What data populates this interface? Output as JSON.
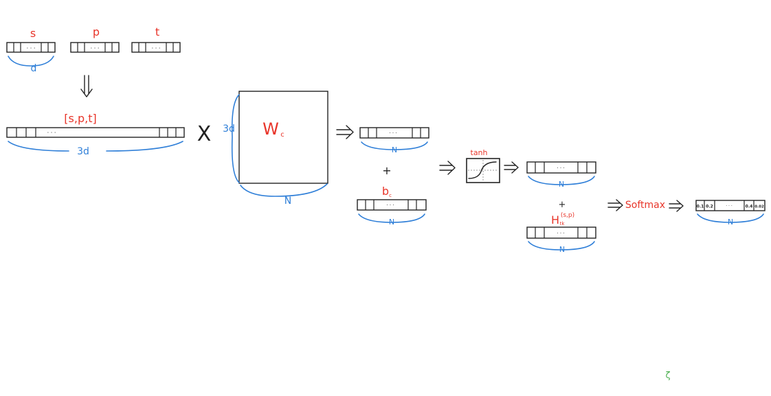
{
  "labels": {
    "s": "s",
    "p": "p",
    "t": "t",
    "d": "d",
    "concat": "[s,p,t]",
    "three_d_bottom": "3d",
    "multiply": "X",
    "three_d_side": "3d",
    "weight": "W",
    "weight_sub": "c",
    "N_matrix": "N",
    "N_out": "N",
    "plus1": "+",
    "bias": "b",
    "bias_sub": "c",
    "N_bias": "N",
    "tanh": "tanh",
    "N_tanh": "N",
    "plus2": "+",
    "H": "H",
    "H_sup": "(s,p)",
    "H_sub": "tk",
    "N_H": "N",
    "softmax": "Softmax",
    "N_final": "N",
    "ellipsis": "· · ·",
    "prob_first": "0.1",
    "prob_second": "0.2",
    "prob_third_last": "0.4",
    "prob_last": "0.02",
    "stray_mark": "ζ"
  },
  "colors": {
    "ink": "#222222",
    "red": "#e8352a",
    "blue": "#2f7fd8",
    "green": "#4caf50"
  }
}
